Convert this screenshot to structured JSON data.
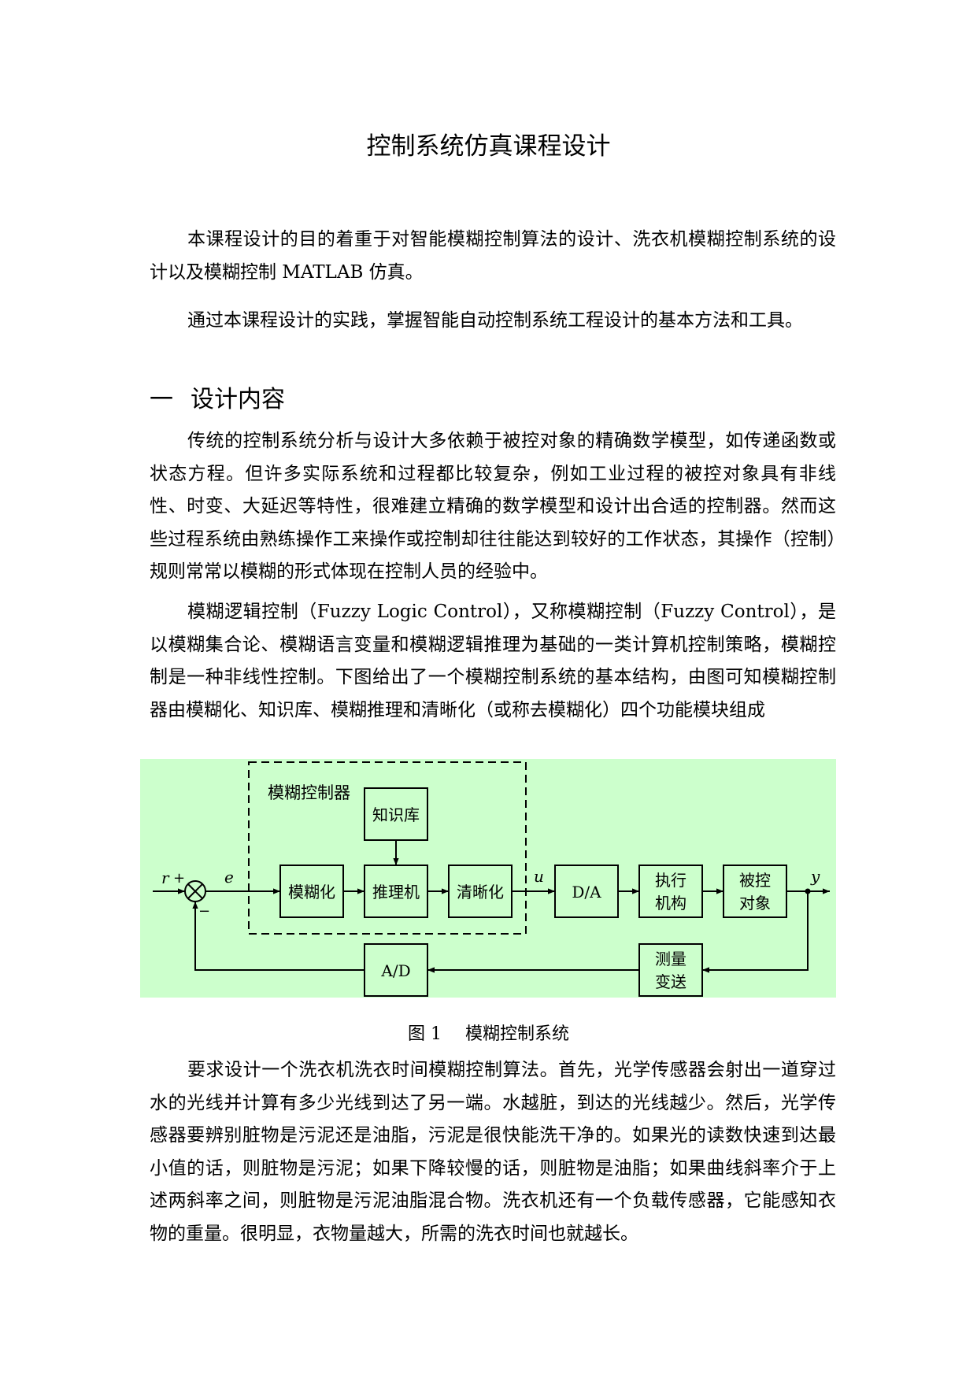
{
  "title": "控制系统仿真课程设计",
  "intro": [
    "本课程设计的目的着重于对智能模糊控制算法的设计、洗衣机模糊控制系统的设计以及模糊控制 MATLAB 仿真。",
    "通过本课程设计的实践，掌握智能自动控制系统工程设计的基本方法和工具。"
  ],
  "section1": {
    "number": "一",
    "heading": "设计内容",
    "paragraphs": [
      "传统的控制系统分析与设计大多依赖于被控对象的精确数学模型，如传递函数或状态方程。但许多实际系统和过程都比较复杂，例如工业过程的被控对象具有非线性、时变、大延迟等特性，很难建立精确的数学模型和设计出合适的控制器。然而这些过程系统由熟练操作工来操作或控制却往往能达到较好的工作状态，其操作（控制）规则常常以模糊的形式体现在控制人员的经验中。",
      "模糊逻辑控制（Fuzzy Logic Control），又称模糊控制（Fuzzy Control），是以模糊集合论、模糊语言变量和模糊逻辑推理为基础的一类计算机控制策略，模糊控制是一种非线性控制。下图给出了一个模糊控制系统的基本结构，由图可知模糊控制器由模糊化、知识库、模糊推理和清晰化（或称去模糊化）四个功能模块组成"
    ],
    "paragraph_after_figure": "要求设计一个洗衣机洗衣时间模糊控制算法。首先，光学传感器会射出一道穿过水的光线并计算有多少光线到达了另一端。水越脏，到达的光线越少。然后，光学传感器要辨别脏物是污泥还是油脂，污泥是很快能洗干净的。如果光的读数快速到达最小值的话，则脏物是污泥；如果下降较慢的话，则脏物是油脂；如果曲线斜率介于上述两斜率之间，则脏物是污泥油脂混合物。洗衣机还有一个负载传感器，它能感知衣物的重量。很明显，衣物量越大，所需的洗衣时间也就越长。"
  },
  "figure": {
    "label": "图 1",
    "caption": "模糊控制系统",
    "background": "#ccffcc",
    "controller_label": "模糊控制器",
    "blocks": {
      "knowledge": "知识库",
      "fuzzify": "模糊化",
      "inference": "推理机",
      "defuzzify": "清晰化",
      "da": "D/A",
      "actuator_1": "执行",
      "actuator_2": "机构",
      "plant_1": "被控",
      "plant_2": "对象",
      "ad": "A/D",
      "sensor_1": "测量",
      "sensor_2": "变送"
    },
    "signals": {
      "r": "r",
      "plus": "+",
      "minus": "−",
      "e": "e",
      "u": "u",
      "y": "y"
    }
  }
}
